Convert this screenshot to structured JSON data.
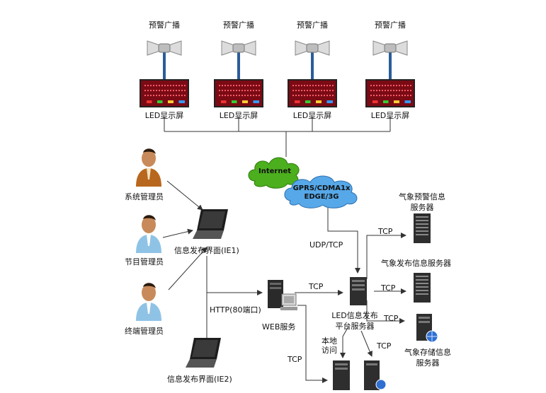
{
  "speakers": [
    {
      "broadcast_label": "预警广播",
      "display_label": "LED显示屏"
    },
    {
      "broadcast_label": "预警广播",
      "display_label": "LED显示屏"
    },
    {
      "broadcast_label": "预警广播",
      "display_label": "LED显示屏"
    },
    {
      "broadcast_label": "预警广播",
      "display_label": "LED显示屏"
    }
  ],
  "clouds": {
    "internet": "Internet",
    "mobile_line1": "GPRS/CDMA1x",
    "mobile_line2": "EDGE/3G"
  },
  "users": {
    "admin": "系统管理员",
    "program": "节目管理员",
    "terminal": "终端管理员"
  },
  "ui": {
    "ie1": "信息发布界面(IE1)",
    "ie2": "信息发布界面(IE2)"
  },
  "links": {
    "udp_tcp": "UDP/TCP",
    "http": "HTTP(80端口)",
    "tcp": "TCP",
    "local_1": "本地",
    "local_2": "访问"
  },
  "servers": {
    "web": "WEB服务",
    "platform_1": "LED信息发布",
    "platform_2": "平台服务器",
    "warning_1": "气象预警信息",
    "warning_2": "服务器",
    "publish": "气象发布信息服务器",
    "storage_1": "气象存储信息",
    "storage_2": "服务器"
  },
  "colors": {
    "led_panel": "#7a0b14",
    "cloud_green": "#4caf1e",
    "cloud_blue": "#56a8e8",
    "wire": "#333333",
    "pole": "#2a5d9b"
  }
}
